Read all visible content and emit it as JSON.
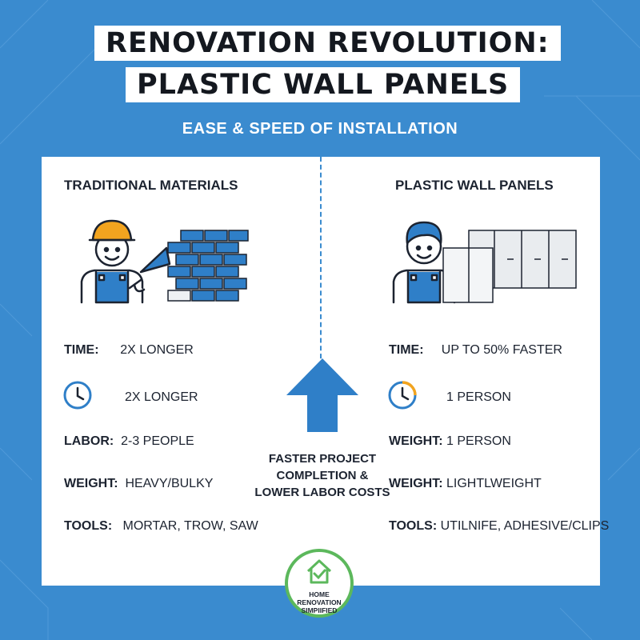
{
  "title": {
    "line1": "RENOVATION REVOLUTION:",
    "line2": "PLASTIC WALL PANELS"
  },
  "subtitle": "EASE & SPEED OF INSTALLATION",
  "left": {
    "heading": "TRADITIONAL MATERIALS",
    "rows": [
      {
        "label": "TIME:",
        "value": "2X LONGER"
      },
      {
        "label": "",
        "value": "2X LONGER",
        "icon": "clock-icon"
      },
      {
        "label": "LABOR:",
        "value": "2-3 PEOPLE"
      },
      {
        "label": "WEIGHT:",
        "value": "HEAVY/BULKY"
      },
      {
        "label": "TOOLS:",
        "value": "MORTAR, TROW, SAW"
      }
    ]
  },
  "right": {
    "heading": "PLASTIC WALL PANELS",
    "rows": [
      {
        "label": "TIME:",
        "value": "UP TO 50% FASTER"
      },
      {
        "label": "",
        "value": "1 PERSON",
        "icon": "clock-half-icon"
      },
      {
        "label": "WEIGHT:",
        "value": "1 PERSON"
      },
      {
        "label": "WEIGHT:",
        "value": "LIGHTLWEIGHT"
      },
      {
        "label": "TOOLS:",
        "value": "UTILNIFE, ADHESIVE/CLIPS"
      }
    ]
  },
  "center": {
    "arrow": "up-arrow-icon",
    "text": "FASTER PROJECT COMPLETION & LOWER LABOR COSTS"
  },
  "badge": {
    "text": "HOME RENOVATION SIMPIIFIED",
    "icon": "house-check-icon"
  },
  "colors": {
    "background": "#3a8bcf",
    "accent_blue": "#2f7fc8",
    "hardhat": "#f2a41f",
    "badge_green": "#5cb85c",
    "clock_orange": "#f2a41f"
  }
}
